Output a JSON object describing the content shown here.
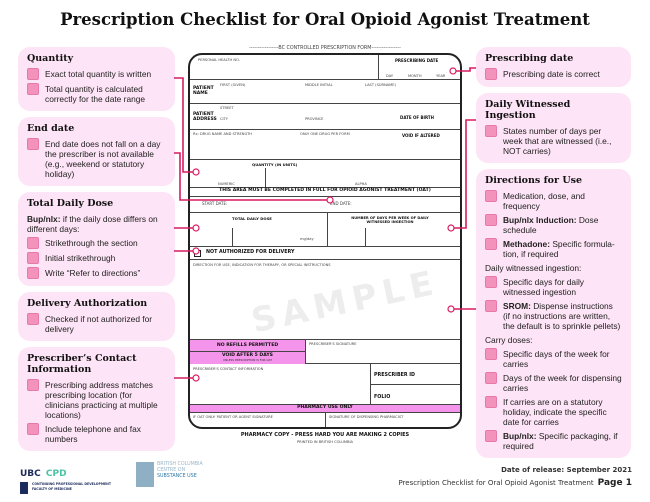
{
  "title": "Prescription Checklist for Oral Opioid Agonist Treatment",
  "colors": {
    "panel": "#fde4f6",
    "checkbox": "#f392ba",
    "connector": "#d81b60",
    "form_highlight": "#f494ea"
  },
  "left_panels": {
    "quantity": {
      "heading": "Quantity",
      "items": [
        "Exact total quantity is written",
        "Total quantity is calculated correctly for the date range"
      ]
    },
    "end_date": {
      "heading": "End date",
      "items": [
        "End date does not fall on a day the prescriber is not available (e.g., weekend or statutory holiday)"
      ]
    },
    "total_daily_dose": {
      "heading": "Total Daily Dose",
      "intro_bold": "Bup/nlx:",
      "intro": " if the daily dose differs on different days:",
      "items": [
        "Strikethrough the section",
        "Initial strikethrough",
        "Write “Refer to directions”"
      ]
    },
    "delivery": {
      "heading": "Delivery Authorization",
      "items": [
        "Checked if not authorized for delivery"
      ]
    },
    "prescriber": {
      "heading": "Prescriber’s Contact Information",
      "items": [
        "Prescribing address matches prescribing location (for clinicians practicing at multiple locations)",
        "Include telephone and fax numbers"
      ]
    }
  },
  "right_panels": {
    "prescribing_date": {
      "heading": "Prescribing date",
      "items": [
        "Prescribing date is correct"
      ]
    },
    "witnessed": {
      "heading": "Daily Witnessed Ingestion",
      "items": [
        "States number of days per week that are witnessed (i.e., NOT carries)"
      ]
    },
    "directions": {
      "heading": "Directions for Use",
      "items": [
        {
          "bold": "",
          "text": "Medication, dose, and frequency"
        },
        {
          "bold": "Bup/nlx Induction:",
          "text": " Dose schedule"
        },
        {
          "bold": "Methadone:",
          "text": " Specific formula-tion, if required"
        }
      ],
      "witnessed_label": "Daily witnessed ingestion:",
      "witnessed_items": [
        {
          "bold": "",
          "text": "Specific days for daily witnessed ingestion"
        },
        {
          "bold": "SROM:",
          "text": " Dispense instructions (if no instructions are written, the default is to sprinkle pellets)"
        }
      ],
      "carry_label": "Carry doses:",
      "carry_items": [
        {
          "bold": "",
          "text": "Specific days of the week for carries"
        },
        {
          "bold": "",
          "text": "Days of the week for dispensing carries"
        },
        {
          "bold": "",
          "text": "If carries are on a statutory holiday, indicate the specific date for carries"
        },
        {
          "bold": "Bup/nlx:",
          "text": " Specific packaging, if required"
        }
      ]
    }
  },
  "form": {
    "header": "-----------------BC CONTROLLED PRESCRIPTION FORM-----------------",
    "phn": "PERSONAL HEALTH NO.",
    "prescribing_date": "PRESCRIBING DATE",
    "day": "DAY",
    "month": "MONTH",
    "year": "YEAR",
    "patient_name": "PATIENT NAME",
    "first_given": "FIRST (GIVEN)",
    "middle_initial": "MIDDLE INITIAL",
    "last_surname": "LAST (SURNAME)",
    "patient_address": "PATIENT ADDRESS",
    "street": "STREET",
    "city": "CITY",
    "province": "PROVINCE",
    "dob": "DATE OF BIRTH",
    "rx": "Rx: DRUG NAME AND STRENGTH",
    "one_drug": "ONLY ONE DRUG PER FORM",
    "void": "VOID IF ALTERED",
    "quantity": "QUANTITY (IN UNITS)",
    "numeric": "NUMERIC",
    "alpha": "ALPHA",
    "oat": "THIS AREA MUST BE COMPLETED IN FULL FOR OPIOID AGONIST TREATMENT (OAT)",
    "start_date": "START DATE:",
    "end_date": "END DATE:",
    "total_daily_dose": "TOTAL DAILY DOSE",
    "mg_day": "mg/day",
    "days_per_week": "NUMBER OF DAYS PER WEEK OF DAILY WITNESSED INGESTION",
    "not_auth": "NOT AUTHORIZED FOR DELIVERY",
    "directions": "DIRECTION FOR USE, INDICATION FOR THERAPY, OR SPECIAL INSTRUCTIONS",
    "no_refills": "NO REFILLS PERMITTED",
    "void_after": "VOID AFTER 5 DAYS",
    "void_after_sub": "UNLESS PRESCRIPTION IS FOR OAT",
    "prescriber_sig": "PRESCRIBER'S SIGNATURE",
    "prescriber_contact": "PRESCRIBER'S CONTACT INFORMATION",
    "prescriber_id": "PRESCRIBER ID",
    "folio": "FOLIO",
    "pharmacy_use": "PHARMACY USE ONLY",
    "patient_sig": "IF OAT ONLY: PATIENT OR AGENT SIGNATURE",
    "pharmacist_sig": "SIGNATURE OF DISPENSING PHARMACIST",
    "copy": "PHARMACY COPY - PRESS HARD YOU ARE MAKING 2 COPIES",
    "printed": "PRINTED IN BRITISH COLUMBIA",
    "watermark": "SAMPLE"
  },
  "footer": {
    "ubc": "UBC",
    "cpd": "CPD",
    "ubc_sub1": "CONTINUING PROFESSIONAL DEVELOPMENT",
    "ubc_sub2": "FACULTY OF MEDICINE",
    "bccsu1": "BRITISH COLUMBIA",
    "bccsu2": "CENTRE ON",
    "bccsu3": "SUBSTANCE USE",
    "release": "Date of release: September 2021",
    "doc_title": "Prescription Checklist for Oral Opioid Agonist Treatment",
    "page": "Page 1"
  }
}
